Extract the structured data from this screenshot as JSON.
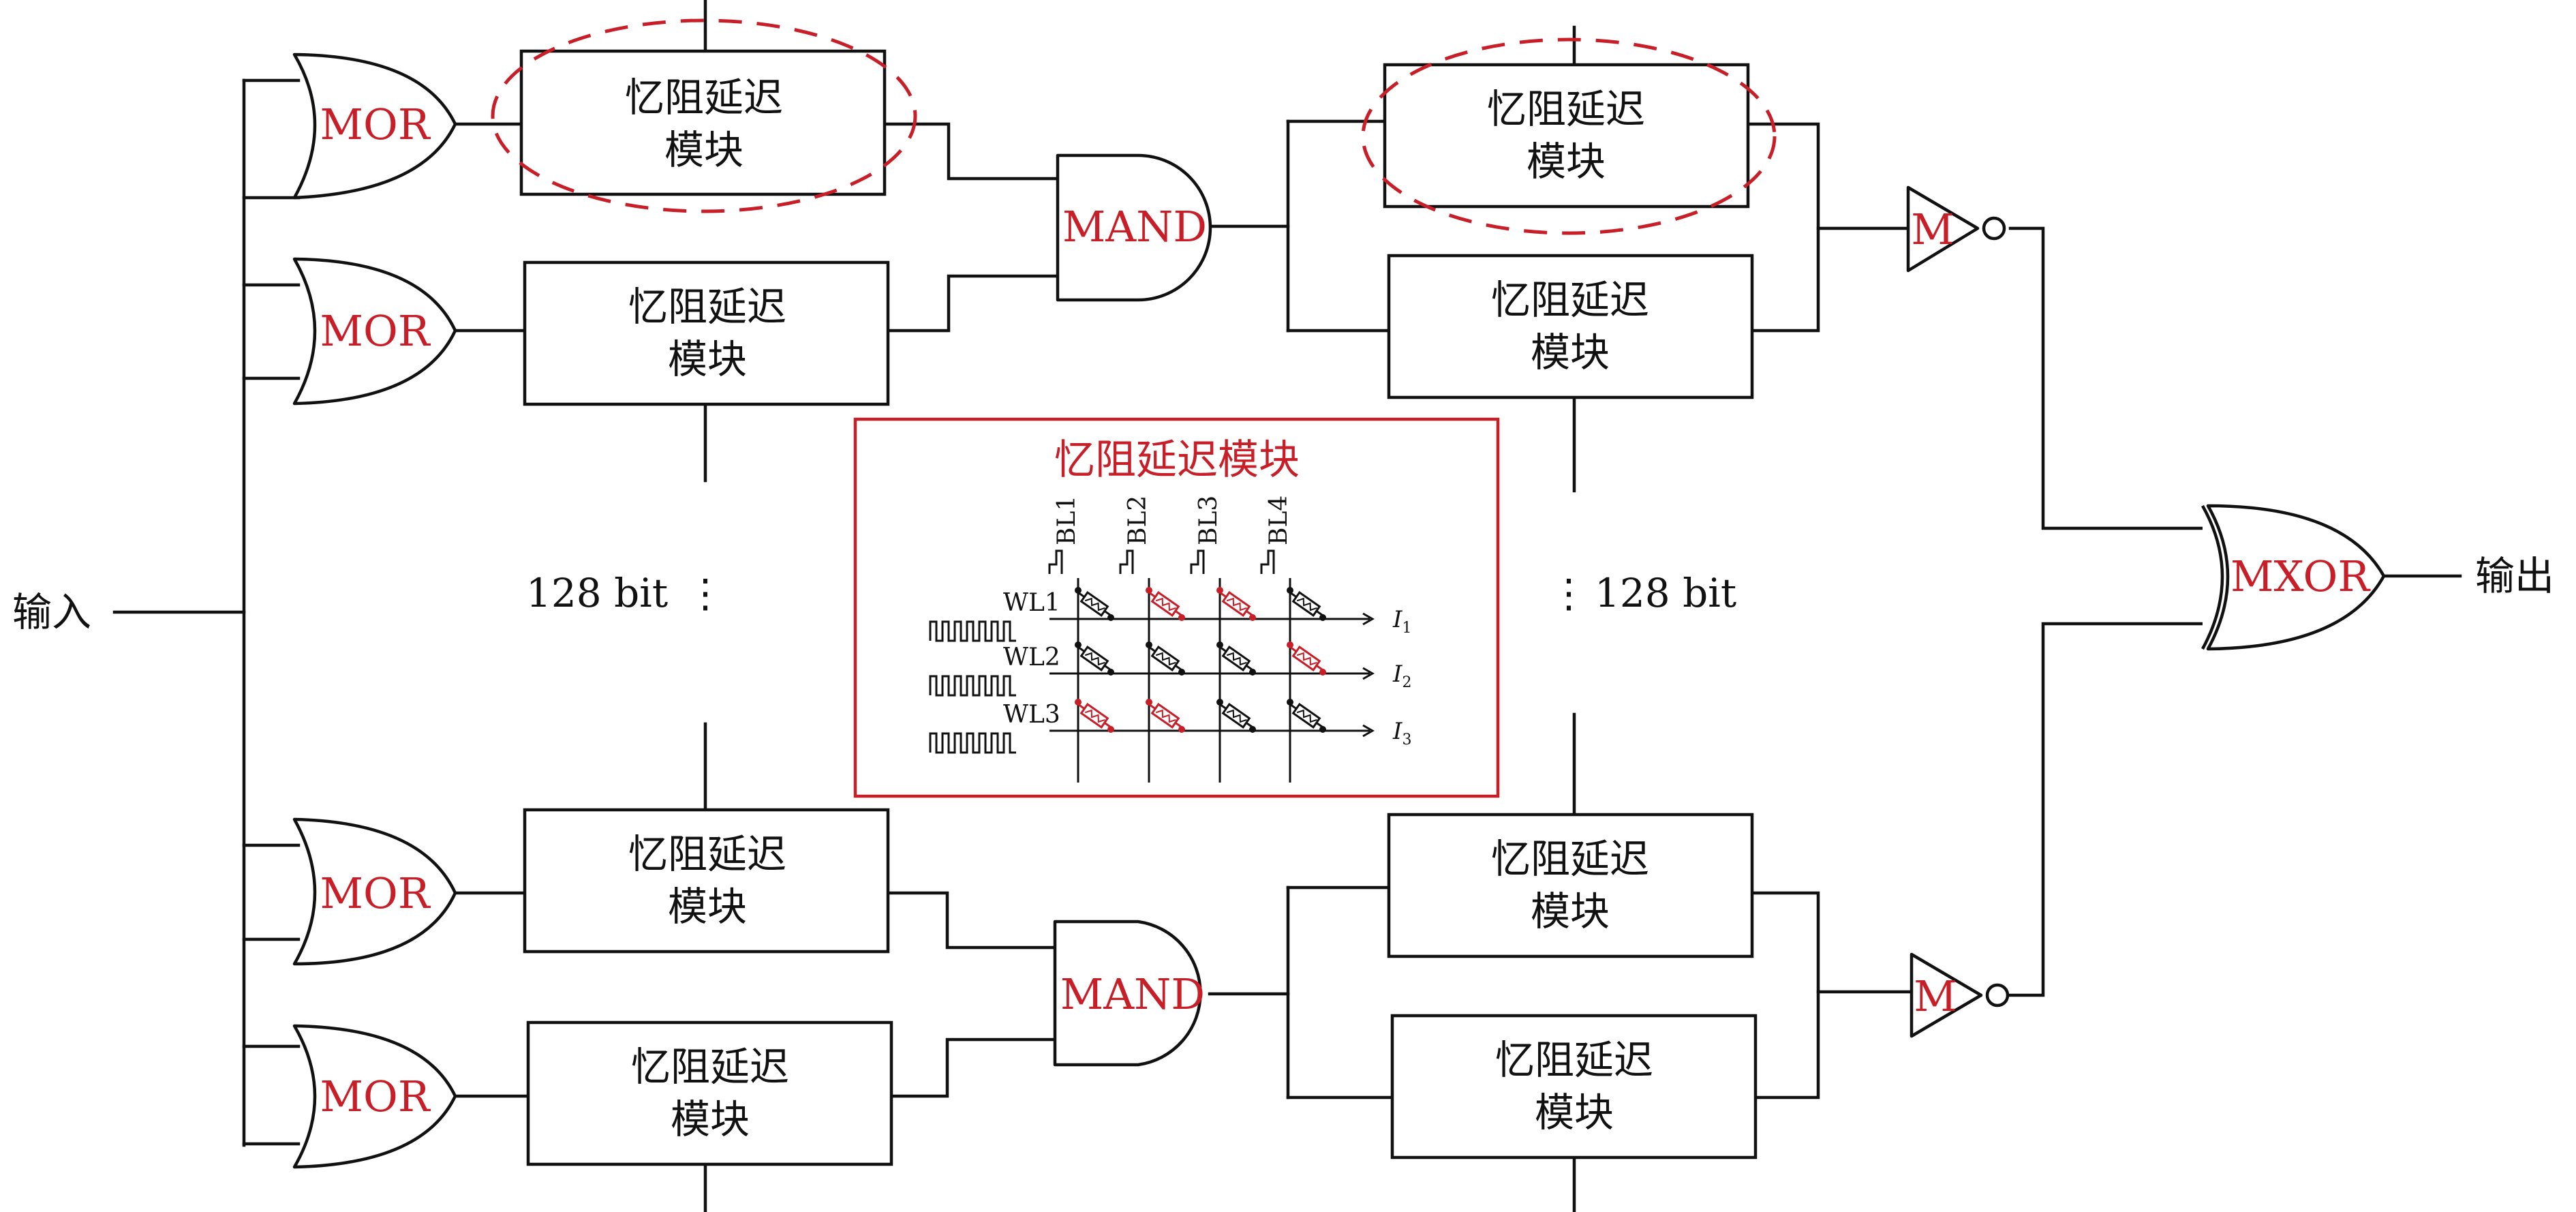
{
  "labels": {
    "input": "输入",
    "output": "输出",
    "bits_left": "128 bit",
    "bits_right": "128 bit",
    "vdots": "⋮"
  },
  "delay_module": {
    "line1": "忆阻延迟",
    "line2": "模块"
  },
  "gates": {
    "mor": "MOR",
    "mand": "MAND",
    "mnot": "M",
    "mxor": "MXOR"
  },
  "inset": {
    "title": "忆阻延迟模块",
    "bitlines": [
      "BL1",
      "BL2",
      "BL3",
      "BL4"
    ],
    "wordlines": [
      "WL1",
      "WL2",
      "WL3"
    ],
    "currents": [
      {
        "sym": "I",
        "sub": "1"
      },
      {
        "sym": "I",
        "sub": "2"
      },
      {
        "sym": "I",
        "sub": "3"
      }
    ],
    "cell_states": [
      [
        "off",
        "on",
        "on",
        "off"
      ],
      [
        "off",
        "off",
        "off",
        "on"
      ],
      [
        "on",
        "on",
        "off",
        "off"
      ]
    ]
  },
  "colors": {
    "accent": "#c81e28",
    "line": "#111111"
  }
}
